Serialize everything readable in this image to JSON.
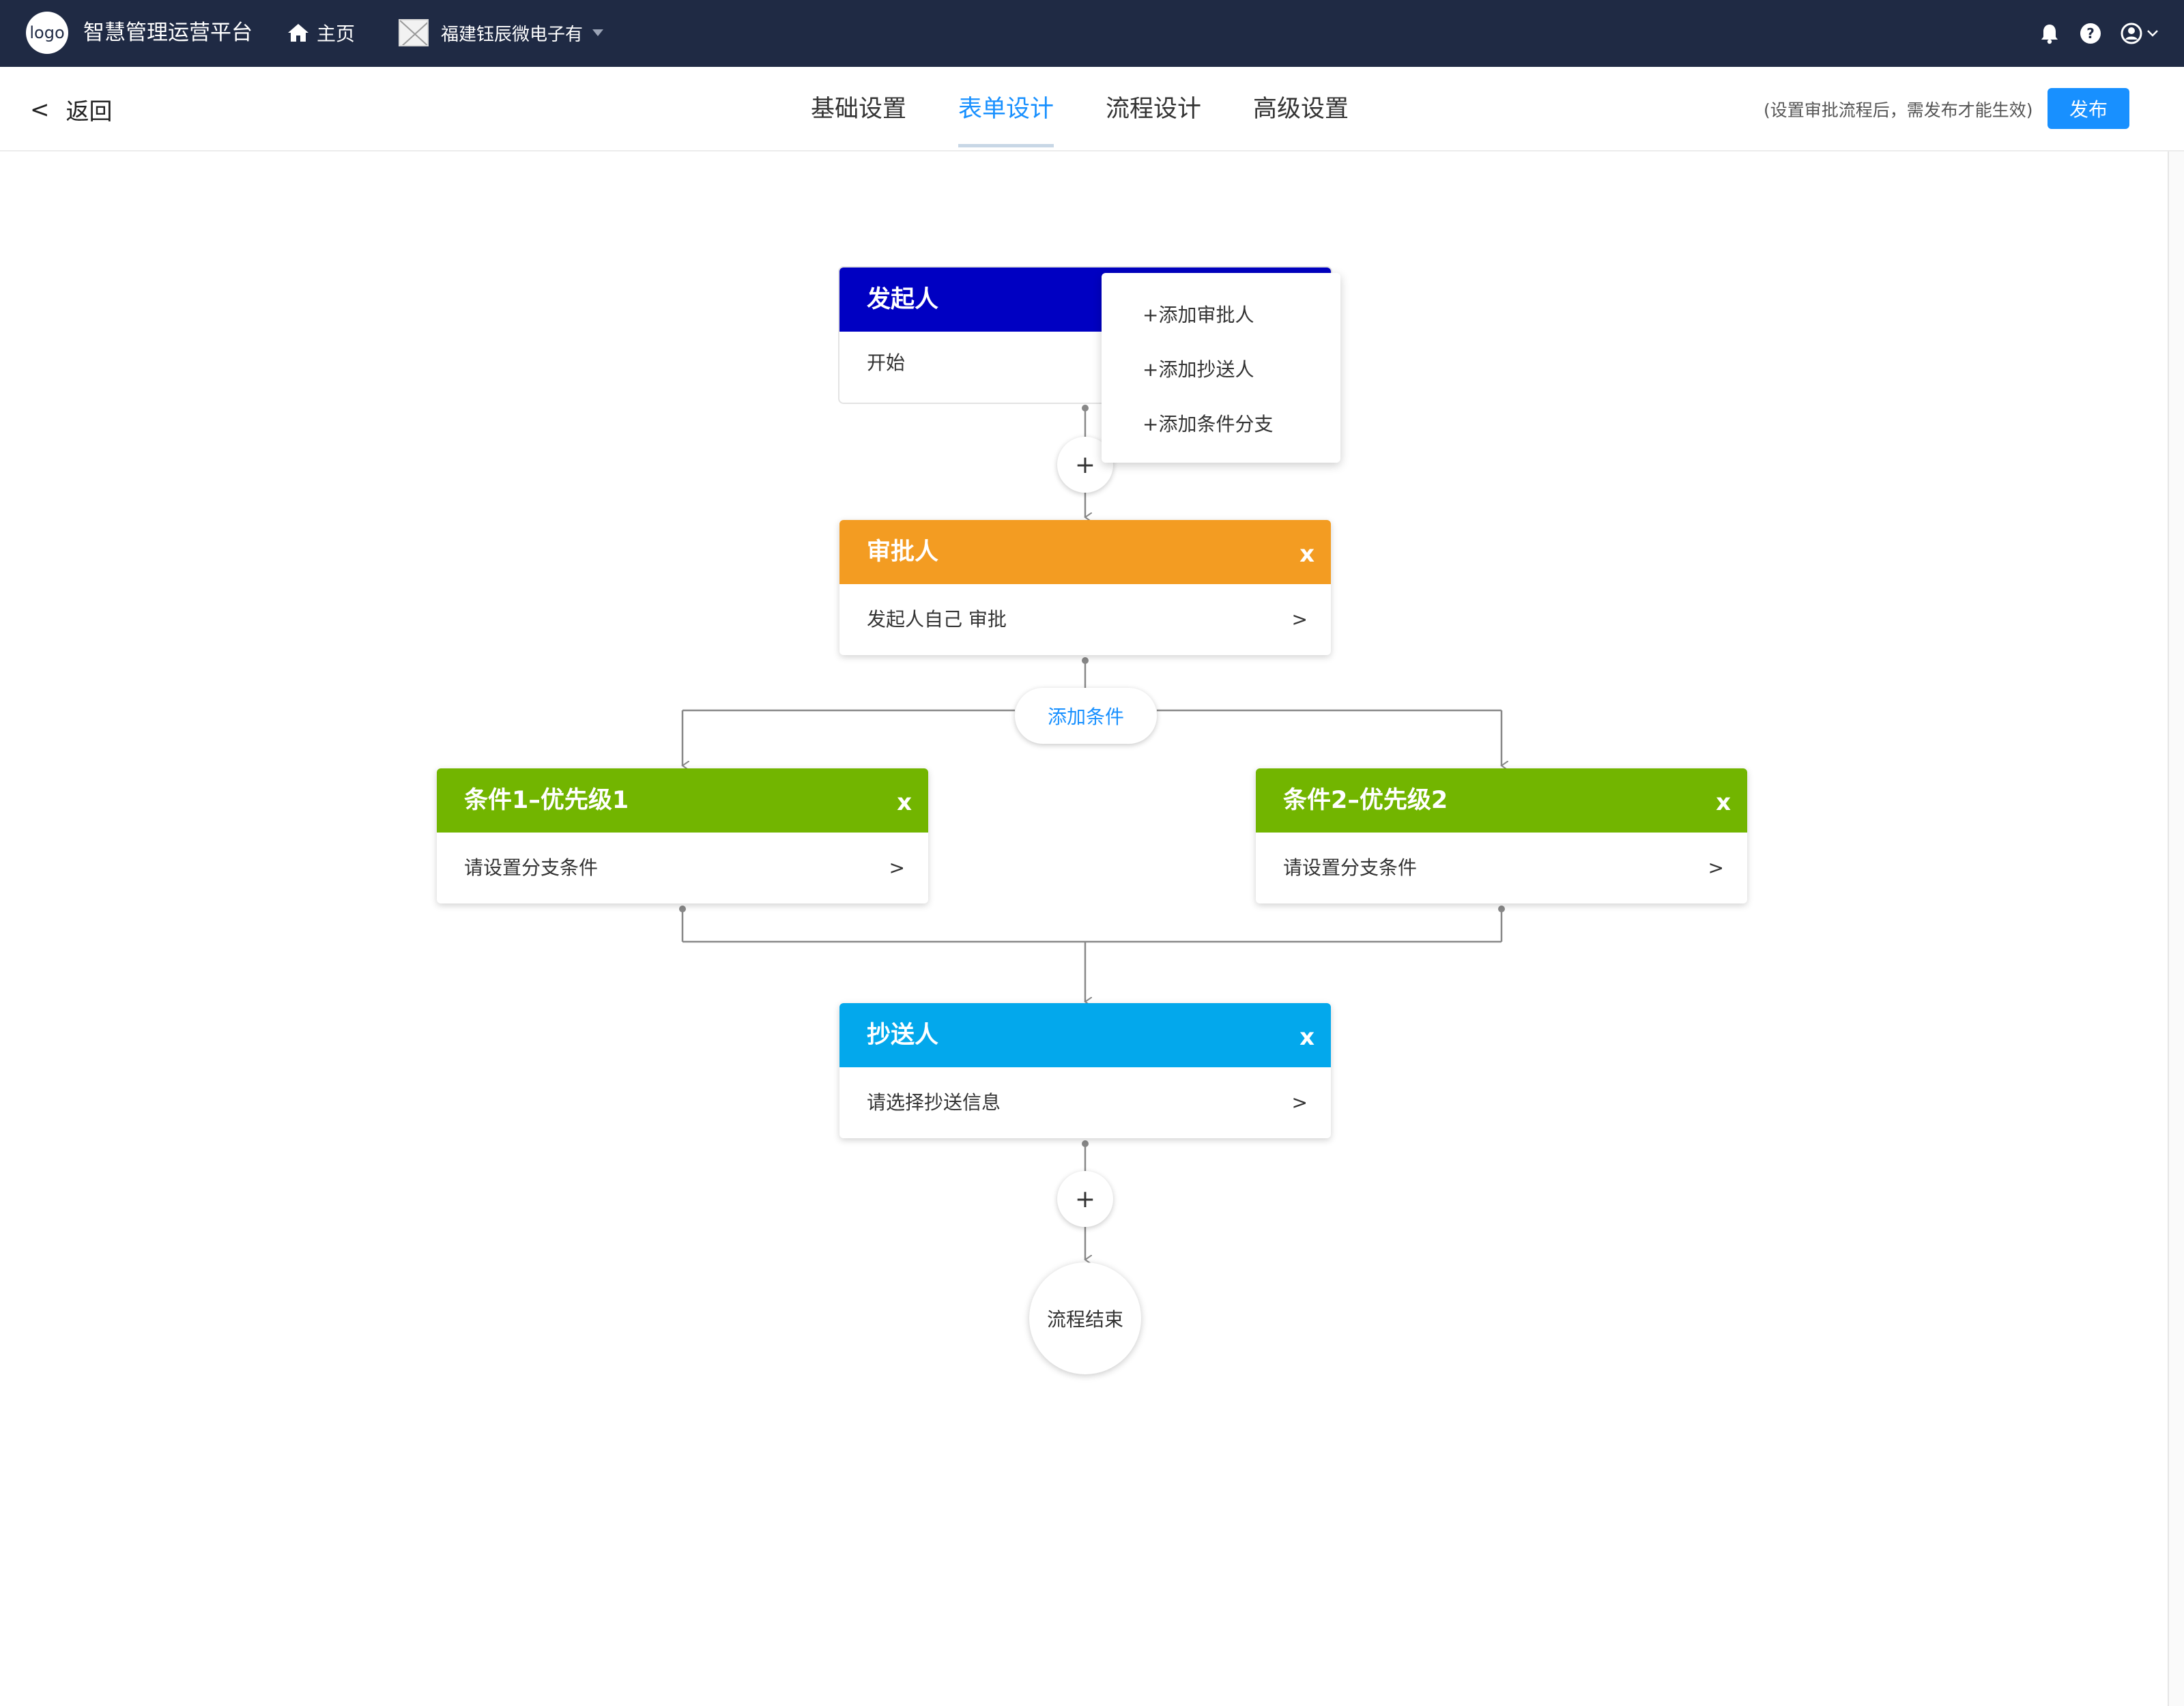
{
  "navbar": {
    "logo_text": "logo",
    "platform_title": "智慧管理运营平台",
    "home_label": "主页",
    "company_name": "福建钰辰微电子有 ",
    "icons": [
      "bell-icon",
      "help-icon",
      "user-icon",
      "chevron-down-icon"
    ]
  },
  "subheader": {
    "back_label": "返回",
    "tabs": [
      {
        "label": "基础设置",
        "active": false
      },
      {
        "label": "表单设计",
        "active": true
      },
      {
        "label": "流程设计",
        "active": false
      },
      {
        "label": "高级设置",
        "active": false
      }
    ],
    "publish_hint": "(设置审批流程后，需发布才能生效)",
    "publish_label": "发布"
  },
  "flow": {
    "initiator": {
      "title": "发起人",
      "body": "开始",
      "color": "#0000c2"
    },
    "approver": {
      "title": "审批人",
      "body": "发起人自己 审批",
      "close": "x",
      "arrow": ">",
      "color": "#f39c22"
    },
    "add_condition_label": "添加条件",
    "conditions": [
      {
        "title": "条件1–优先级1",
        "body": "请设置分支条件",
        "close": "x",
        "arrow": ">",
        "color": "#72b500"
      },
      {
        "title": "条件2–优先级2",
        "body": "请设置分支条件",
        "close": "x",
        "arrow": ">",
        "color": "#72b500"
      }
    ],
    "cc": {
      "title": "抄送人",
      "body": "请选择抄送信息",
      "close": "x",
      "arrow": ">",
      "color": "#03a8ec"
    },
    "plus_label": "+",
    "end_label": "流程结束",
    "popup_menu": [
      "+添加审批人",
      "+添加抄送人",
      "+添加条件分支"
    ]
  }
}
